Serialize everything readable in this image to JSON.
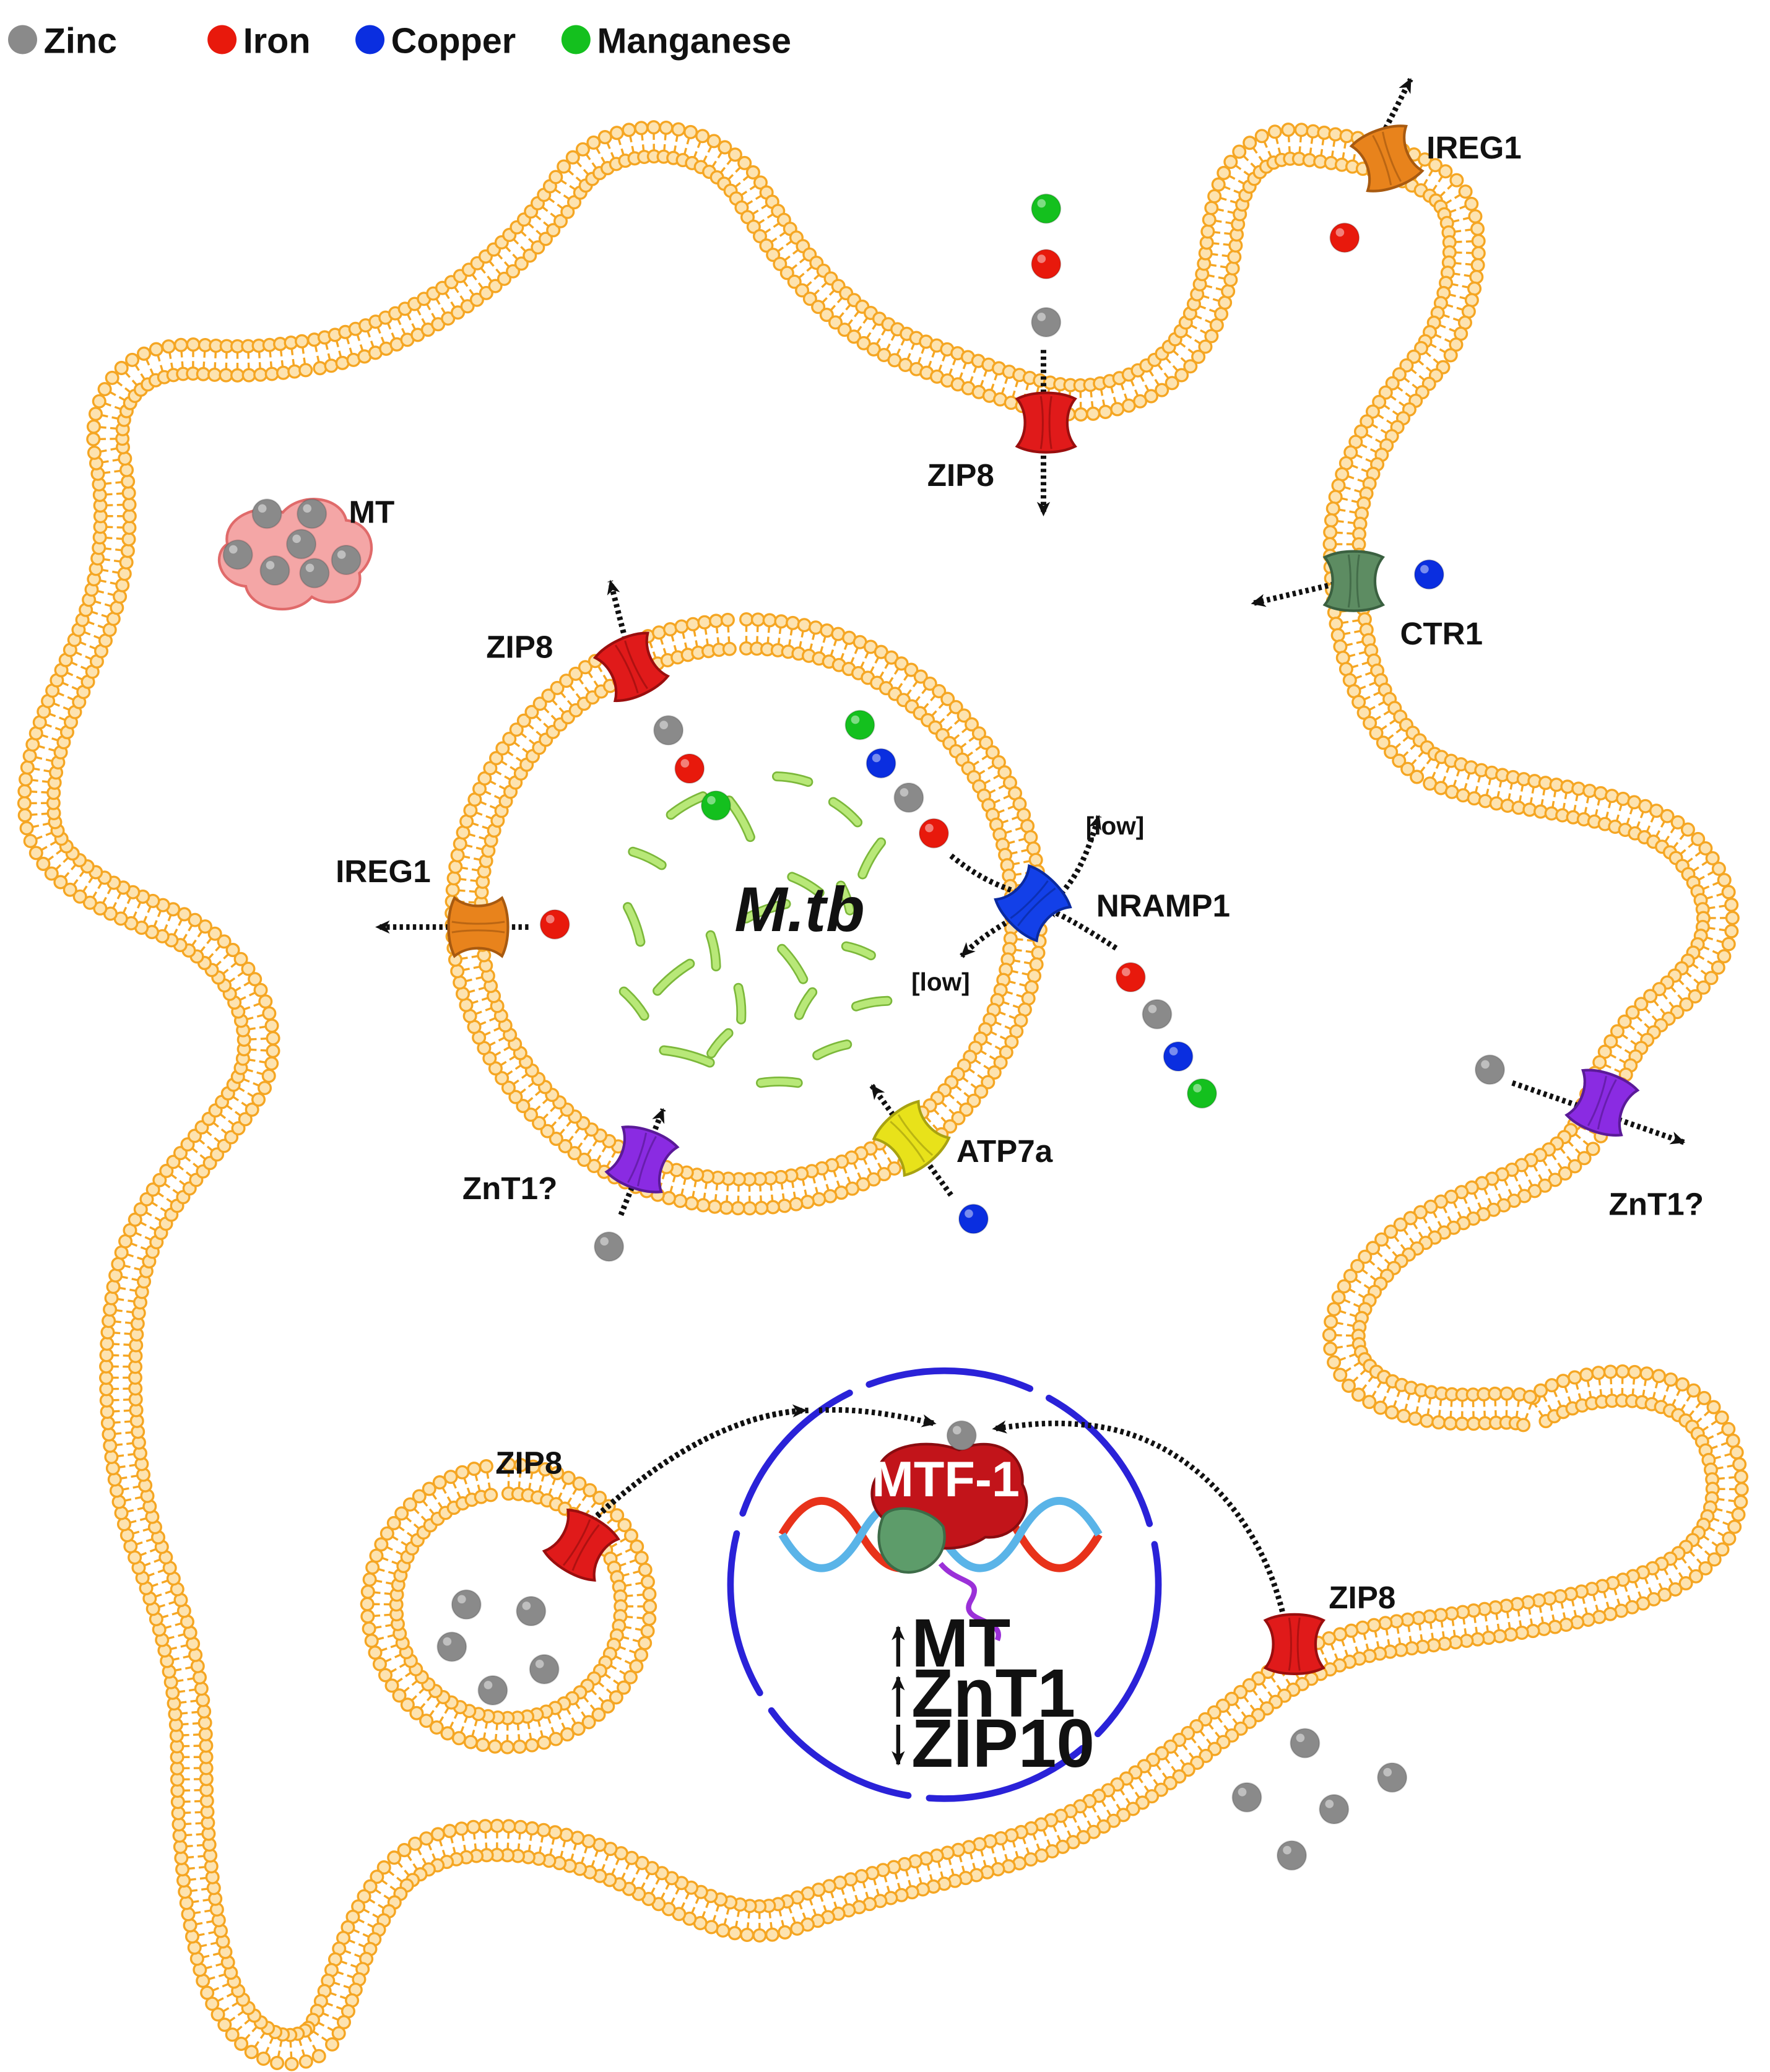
{
  "legend": [
    {
      "label": "Zinc",
      "metal": "zinc"
    },
    {
      "label": "Iron",
      "metal": "iron"
    },
    {
      "label": "Copper",
      "metal": "copper"
    },
    {
      "label": "Manganese",
      "metal": "manganese"
    }
  ],
  "colors": {
    "zinc": "#8a8a8a",
    "iron": "#e8190c",
    "copper": "#0a2ee0",
    "manganese": "#14c01e",
    "membrane": "#f5a623",
    "membrane_fill": "#fde3b0",
    "zip8": "#e01a1a",
    "ireg1": "#e8831c",
    "ctr1": "#5d8c62",
    "znt1": "#8a2be2",
    "nramp1": "#1340e8",
    "atp7a": "#e8e21a",
    "nucleus": "#2a22d8",
    "mtf1": "#c2141a",
    "mtb": "#b8e878",
    "mt_blob": "#f4a6a6"
  },
  "labels": {
    "ireg1_outer": "IREG1",
    "zip8_top": "ZIP8",
    "ctr1": "CTR1",
    "mt": "MT",
    "zip8_phagosome": "ZIP8",
    "ireg1_phagosome": "IREG1",
    "mtb": "M.tb",
    "nramp1": "NRAMP1",
    "low_top": "[low]",
    "low_bottom": "[low]",
    "znt1_phagosome": "ZnT1?",
    "atp7a": "ATP7a",
    "znt1_outer": "ZnT1?",
    "zip8_vesicle": "ZIP8",
    "mtf1": "MTF-1",
    "gene_mt": "MT",
    "gene_znt1": "ZnT1",
    "gene_zip10": "ZIP10",
    "zip8_bottom": "ZIP8"
  }
}
